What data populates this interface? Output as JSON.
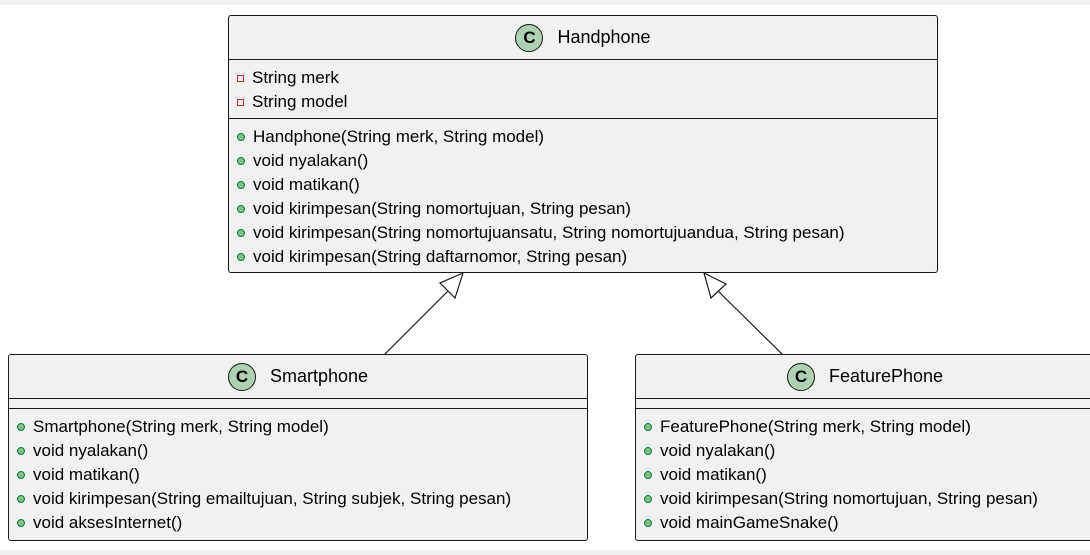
{
  "classes": {
    "handphone": {
      "name": "Handphone",
      "badge": "C",
      "fields": [
        "String merk",
        "String model"
      ],
      "methods": [
        "Handphone(String merk, String model)",
        "void nyalakan()",
        "void matikan()",
        "void kirimpesan(String nomortujuan, String pesan)",
        "void kirimpesan(String nomortujuansatu, String nomortujuandua, String pesan)",
        "void kirimpesan(String daftarnomor, String pesan)"
      ]
    },
    "smartphone": {
      "name": "Smartphone",
      "badge": "C",
      "methods": [
        "Smartphone(String merk, String model)",
        "void nyalakan()",
        "void matikan()",
        "void kirimpesan(String emailtujuan, String subjek, String pesan)",
        "void aksesInternet()"
      ]
    },
    "featurephone": {
      "name": "FeaturePhone",
      "badge": "C",
      "methods": [
        "FeaturePhone(String merk, String model)",
        "void nyalakan()",
        "void matikan()",
        "void kirimpesan(String nomortujuan, String pesan)",
        "void mainGameSnake()"
      ]
    }
  },
  "relations": [
    {
      "from": "Smartphone",
      "to": "Handphone",
      "type": "inheritance"
    },
    {
      "from": "FeaturePhone",
      "to": "Handphone",
      "type": "inheritance"
    }
  ],
  "colors": {
    "class_fill": "#f1f1f1",
    "badge_fill": "#add1b2",
    "private_marker": "#c82930",
    "public_marker": "#84be84"
  }
}
